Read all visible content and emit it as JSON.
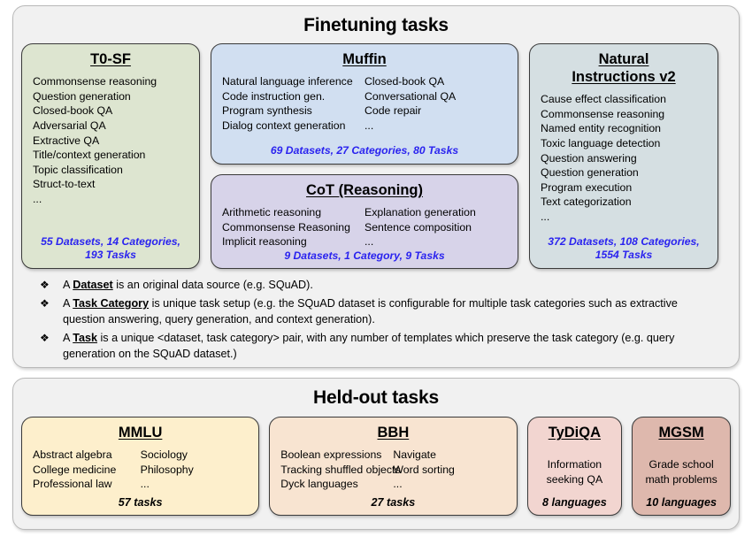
{
  "finetuning": {
    "title": "Finetuning tasks",
    "cards": [
      {
        "id": "t0sf",
        "title": "T0-SF",
        "color": "#dde5d0",
        "columns": [
          [
            "Commonsense reasoning",
            "Question generation",
            "Closed-book QA",
            "Adversarial QA",
            "Extractive QA",
            "Title/context generation",
            "Topic classification",
            "Struct-to-text",
            "..."
          ]
        ],
        "footnote": "55 Datasets, 14 Categories,",
        "footnote2": "193 Tasks"
      },
      {
        "id": "muffin",
        "title": "Muffin",
        "color": "#d1dff1",
        "columns": [
          [
            "Natural language inference",
            "Code instruction gen.",
            "Program synthesis",
            "Dialog context generation"
          ],
          [
            "Closed-book QA",
            "Conversational QA",
            "Code repair",
            "..."
          ]
        ],
        "footnote": "69 Datasets, 27 Categories, 80 Tasks"
      },
      {
        "id": "cot",
        "title": "CoT (Reasoning)",
        "color": "#d7d3e9",
        "columns": [
          [
            "Arithmetic reasoning",
            "Commonsense Reasoning",
            "Implicit reasoning"
          ],
          [
            "Explanation generation",
            "Sentence composition",
            "..."
          ]
        ],
        "footnote": "9 Datasets, 1 Category, 9 Tasks"
      },
      {
        "id": "niv2",
        "title_line1": "Natural",
        "title_line2": "Instructions v2",
        "color": "#d5dfe2",
        "columns": [
          [
            "Cause effect classification",
            "Commonsense reasoning",
            "Named entity recognition",
            "Toxic language detection",
            "Question answering",
            "Question generation",
            "Program execution",
            "Text categorization",
            "..."
          ]
        ],
        "footnote": "372 Datasets, 108 Categories,",
        "footnote2": "1554 Tasks"
      }
    ],
    "definitions": [
      {
        "bullet": "❖",
        "prefix": "A ",
        "term": "Dataset",
        "suffix": " is an original data source (e.g. SQuAD)."
      },
      {
        "bullet": "❖",
        "prefix": "A ",
        "term": "Task Category",
        "suffix": " is unique task setup (e.g. the SQuAD dataset is configurable for multiple task categories such as extractive question answering, query generation, and context generation)."
      },
      {
        "bullet": "❖",
        "prefix": "A ",
        "term": "Task",
        "suffix": " is a unique <dataset, task category> pair, with any number of templates which preserve the task category (e.g. query generation on the SQuAD dataset.)"
      }
    ]
  },
  "heldout": {
    "title": "Held-out tasks",
    "cards": [
      {
        "id": "mmlu",
        "title": "MMLU",
        "color": "#fdefcc",
        "columns": [
          [
            "Abstract algebra",
            "College medicine",
            "Professional law"
          ],
          [
            "Sociology",
            "Philosophy",
            "..."
          ]
        ],
        "footnote": "57 tasks"
      },
      {
        "id": "bbh",
        "title": "BBH",
        "color": "#f8e4d1",
        "columns": [
          [
            "Boolean expressions",
            "Tracking shuffled objects",
            "Dyck languages"
          ],
          [
            "Navigate",
            "Word sorting",
            "..."
          ]
        ],
        "footnote": "27 tasks"
      },
      {
        "id": "tydiqa",
        "title": "TyDiQA",
        "color": "#f2d5d0",
        "centered": [
          "Information",
          "seeking QA"
        ],
        "footnote": "8 languages"
      },
      {
        "id": "mgsm",
        "title": "MGSM",
        "color": "#deb8ad",
        "centered": [
          "Grade school",
          "math problems"
        ],
        "footnote": "10 languages"
      }
    ]
  },
  "colors": {
    "footnote_blue": "#2a23ef",
    "section_bg": "#f1f1f1",
    "card_border": "#3a3a3a"
  }
}
